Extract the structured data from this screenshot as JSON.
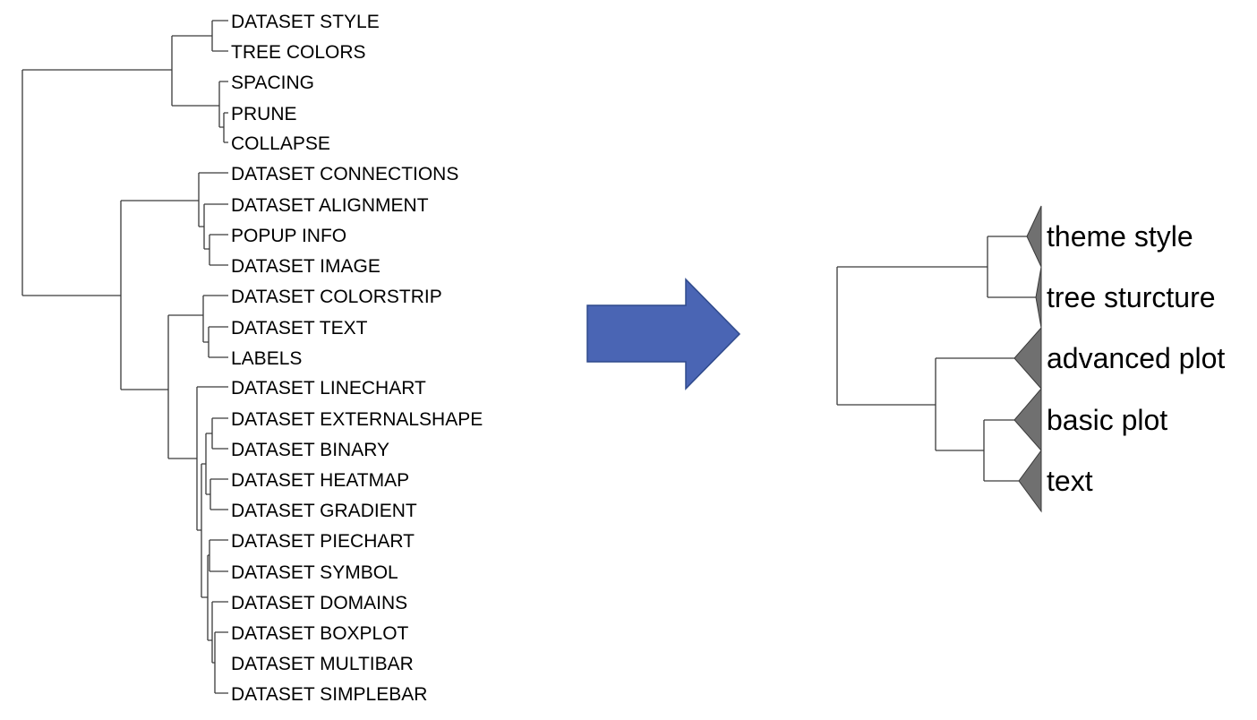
{
  "full_tree": {
    "leaves": [
      "DATASET STYLE",
      "TREE COLORS",
      "SPACING",
      "PRUNE",
      "COLLAPSE",
      "DATASET CONNECTIONS",
      "DATASET ALIGNMENT",
      "POPUP INFO",
      "DATASET IMAGE",
      "DATASET COLORSTRIP",
      "DATASET TEXT",
      "LABELS",
      "DATASET LINECHART",
      "DATASET EXTERNALSHAPE",
      "DATASET BINARY",
      "DATASET HEATMAP",
      "DATASET GRADIENT",
      "DATASET PIECHART",
      "DATASET SYMBOL",
      "DATASET DOMAINS",
      "DATASET BOXPLOT",
      "DATASET MULTIBAR",
      "DATASET SIMPLEBAR"
    ]
  },
  "collapsed_tree": {
    "groups": [
      "theme style",
      "tree sturcture",
      "advanced plot",
      "basic plot",
      "text"
    ]
  },
  "arrow": {
    "color": "#4a65b4",
    "stroke": "#2f4a8c"
  },
  "colors": {
    "branch": "#3a3a3a",
    "clade_fill": "#707070"
  }
}
